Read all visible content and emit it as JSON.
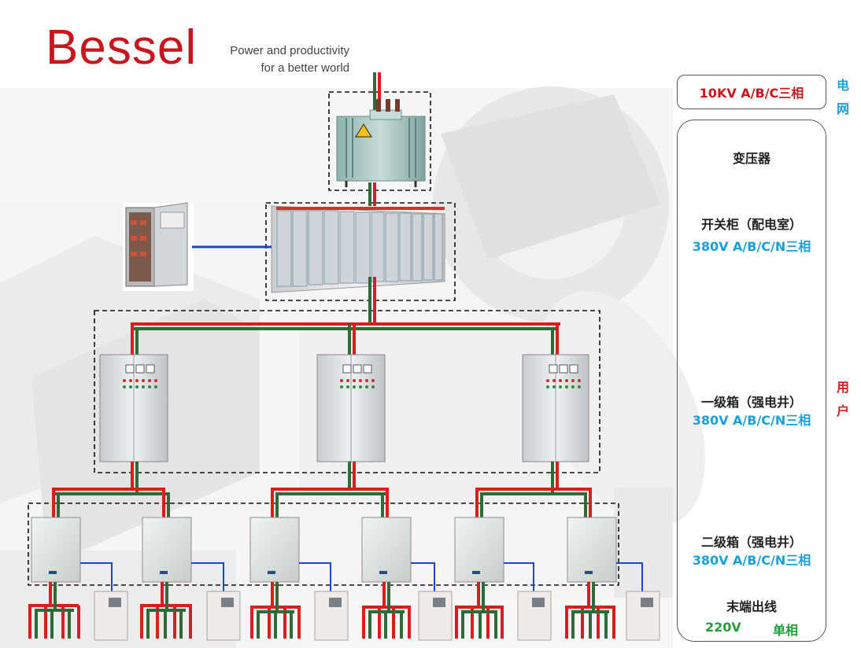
{
  "brand": {
    "name": "Bessel",
    "tagline_line1": "Power and productivity",
    "tagline_line2": "for a better world"
  },
  "legend": {
    "grid_voltage": "10KV   A/B/C三相",
    "grid_side_label": [
      "电",
      "网"
    ],
    "user_side_label": [
      "用",
      "户"
    ],
    "transformer": "变压器",
    "switchgear": "开关柜（配电室）",
    "switchgear_voltage": "380V  A/B/C/N三相",
    "level1_box": "一级箱（强电井）",
    "level1_voltage": "380V  A/B/C/N三相",
    "level2_box": "二级箱（强电井）",
    "level2_voltage": "380V  A/B/C/N三相",
    "terminal": "末端出线",
    "terminal_voltage": "220V",
    "terminal_phase": "单相"
  },
  "colors": {
    "brand_red": "#c8161d",
    "phase_red": "#e01b1b",
    "neutral_green": "#2f6b3a",
    "blue_wire": "#1746d8",
    "label_blue": "#1aa0d8"
  }
}
